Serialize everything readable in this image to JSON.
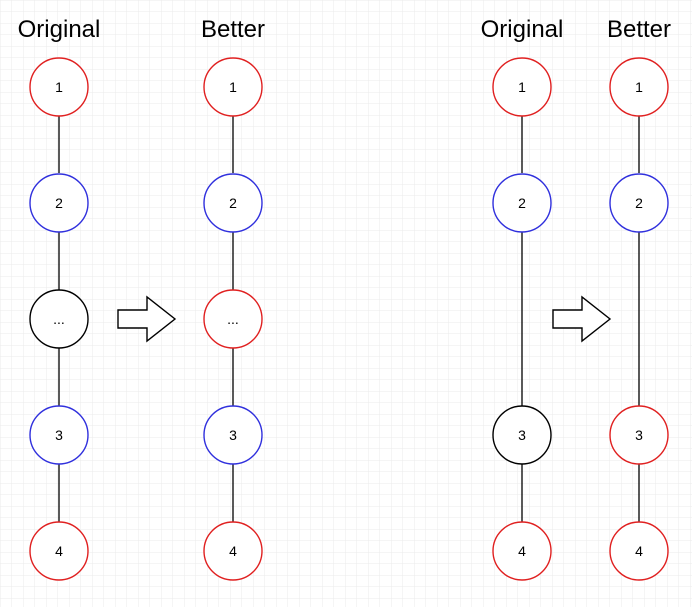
{
  "colors": {
    "red": "#e02020",
    "blue": "#3030dd",
    "black": "#000000",
    "grid": "#ebebeb",
    "edge": "#000000"
  },
  "icons": {
    "arrow": "right-arrow-icon"
  },
  "diagrams": [
    {
      "title": "Original",
      "nodes": [
        {
          "label": "1",
          "color": "red"
        },
        {
          "label": "2",
          "color": "blue"
        },
        {
          "label": "...",
          "color": "black"
        },
        {
          "label": "3",
          "color": "blue"
        },
        {
          "label": "4",
          "color": "red"
        }
      ]
    },
    {
      "title": "Better",
      "nodes": [
        {
          "label": "1",
          "color": "red"
        },
        {
          "label": "2",
          "color": "blue"
        },
        {
          "label": "...",
          "color": "red"
        },
        {
          "label": "3",
          "color": "blue"
        },
        {
          "label": "4",
          "color": "red"
        }
      ]
    },
    {
      "title": "Original",
      "nodes": [
        {
          "label": "1",
          "color": "red"
        },
        {
          "label": "2",
          "color": "blue"
        },
        {
          "label": "3",
          "color": "black"
        },
        {
          "label": "4",
          "color": "red"
        }
      ]
    },
    {
      "title": "Better",
      "nodes": [
        {
          "label": "1",
          "color": "red"
        },
        {
          "label": "2",
          "color": "blue"
        },
        {
          "label": "3",
          "color": "red"
        },
        {
          "label": "4",
          "color": "red"
        }
      ]
    }
  ]
}
